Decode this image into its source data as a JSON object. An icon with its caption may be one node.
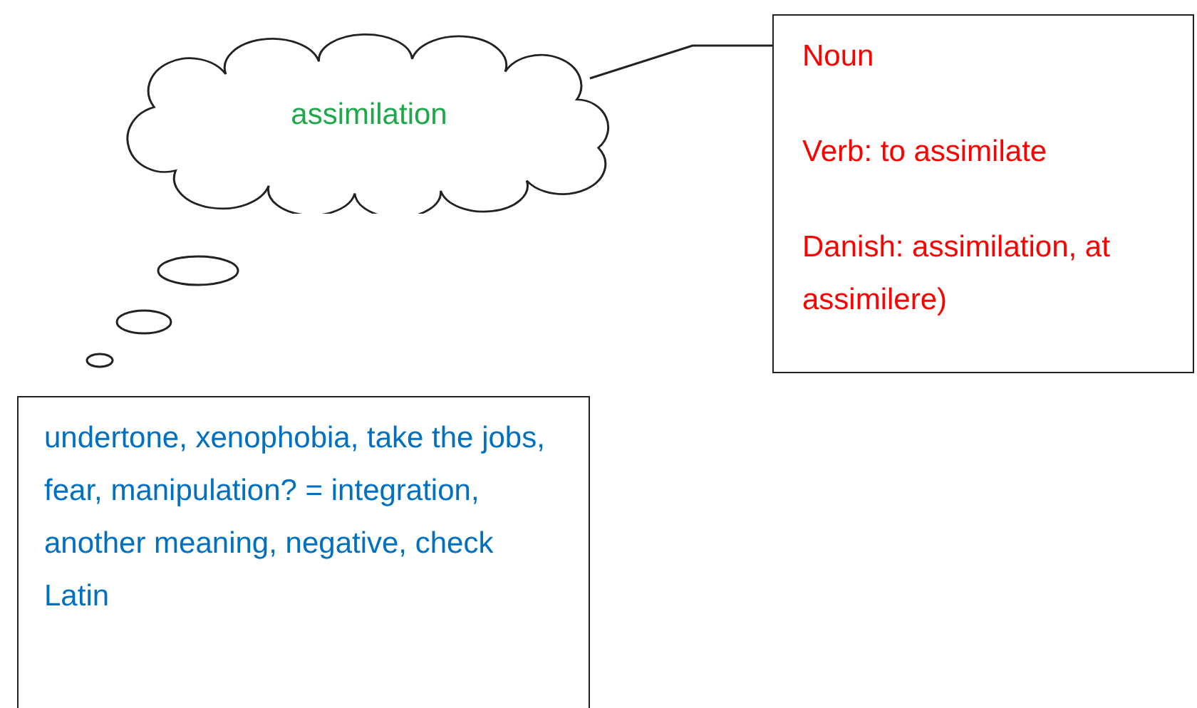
{
  "diagram": {
    "nodes": [
      {
        "text": [
          "assimilation"
        ]
      },
      {
        "text": [
          "Noun",
          "Verb: to assimilate",
          "Danish: assimilation, at assimilere)"
        ]
      },
      {
        "text": [
          "undertone, xenophobia, take the jobs, fear, manipulation? = integration, another meaning, negative, check Latin"
        ]
      }
    ],
    "edges": [
      {
        "from": 1,
        "to": 0,
        "arrow": "none"
      }
    ]
  }
}
